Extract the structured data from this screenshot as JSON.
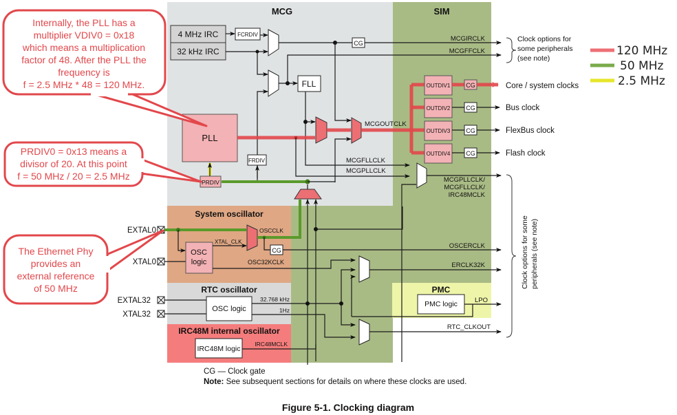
{
  "regions": {
    "mcg": {
      "title": "MCG",
      "color": "#e0e3e4"
    },
    "sim": {
      "title": "SIM",
      "color": "#a9bb85"
    },
    "system_osc": {
      "title": "System oscillator",
      "color": "#dfa784"
    },
    "rtc_osc": {
      "title": "RTC oscillator",
      "color": "#d9d9d9"
    },
    "irc48m": {
      "title": "IRC48M internal oscillator",
      "color": "#f57c7c"
    },
    "pmc": {
      "title": "PMC",
      "color": "#eef5a9"
    }
  },
  "blocks": {
    "irc4m": "4 MHz IRC",
    "irc32k": "32 kHz IRC",
    "fcrdiv": "FCRDIV",
    "fll": "FLL",
    "pll": "PLL",
    "frdiv": "FRDIV",
    "prdiv": "PRDIV",
    "outdiv1": "OUTDIV1",
    "outdiv2": "OUTDIV2",
    "outdiv3": "OUTDIV3",
    "outdiv4": "OUTDIV4",
    "cg": "CG",
    "osc_logic_1": "OSC",
    "osc_logic_2": "logic",
    "rtc_osc_logic": "OSC logic",
    "irc48m_logic": "IRC48M logic",
    "pmc_logic": "PMC logic"
  },
  "signals": {
    "mcgirclk": "MCGIRCLK",
    "mcgffclk": "MCGFFCLK",
    "mcgoutclk": "MCGOUTCLK",
    "mcgfllclk": "MCGFLLCLK",
    "mcgpllclk": "MCGPLLCLK",
    "mux_out_1": "MCGPLLCLK/",
    "mux_out_2": "MCGFLLCLK/",
    "mux_out_3": "IRC48MCLK",
    "oscclk": "OSCCLK",
    "xtal_clk": "XTAL_CLK",
    "osc32kclk": "OSC32KCLK",
    "oscerclk": "OSCERCLK",
    "erclk32k": "ERCLK32K",
    "rtc_32k": "32.768 kHz",
    "rtc_1hz": "1Hz",
    "irc48mclk": "IRC48MCLK",
    "lpo": "LPO",
    "rtc_clkout": "RTC_CLKOUT"
  },
  "pins": {
    "extal0": "EXTAL0",
    "xtal0": "XTAL0",
    "extal32": "EXTAL32",
    "xtal32": "XTAL32"
  },
  "outputs": {
    "core": "Core / system clocks",
    "bus": "Bus clock",
    "flexbus": "FlexBus clock",
    "flash": "Flash clock"
  },
  "notes": {
    "clock_options_top": [
      "Clock options for",
      "some peripherals",
      "(see note)"
    ],
    "clock_options_side": [
      "Clock options for some",
      "peripherals (see note)"
    ],
    "cg_legend": "CG — Clock gate",
    "note_label": "Note:",
    "note_text": " See subsequent sections for details on where these clocks are used.",
    "figure_caption": "Figure 5-1. Clocking diagram"
  },
  "legend": [
    {
      "label": "120 MHz",
      "color": "#ec6f74"
    },
    {
      "label": "50 MHz",
      "color": "#7aab4a"
    },
    {
      "label": "2.5 MHz",
      "color": "#e6e62a"
    }
  ],
  "callouts": {
    "pll": [
      "Internally, the PLL has a",
      "multiplier VDIV0 = 0x18",
      "which means a multiplication",
      "factor of 48. After the PLL the",
      "frequency is",
      "f = 2.5 MHz * 48 = 120 MHz."
    ],
    "prdiv": [
      "PRDIV0 = 0x13 means a",
      "divisor of 20. At this point",
      "f = 50 MHz / 20 = 2.5 MHz"
    ],
    "ethernet": [
      "The Ethernet Phy",
      "provides an",
      "external reference",
      "of 50 MHz"
    ]
  }
}
